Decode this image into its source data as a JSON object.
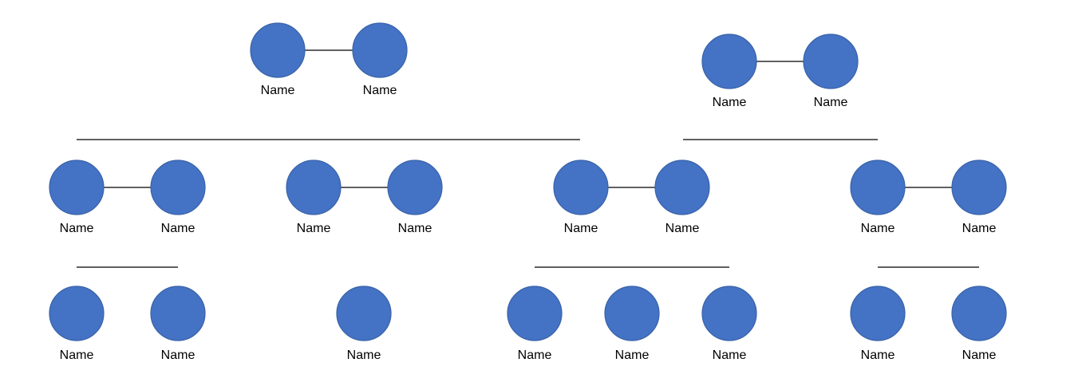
{
  "colors": {
    "node_fill": "#4472c4",
    "line": "#000000",
    "label": "#000000"
  },
  "generation_1": {
    "couple_a": {
      "left": "Name",
      "right": "Name"
    },
    "couple_b": {
      "left": "Name",
      "right": "Name"
    }
  },
  "generation_2": {
    "couple_1": {
      "left": "Name",
      "right": "Name"
    },
    "couple_2": {
      "left": "Name",
      "right": "Name"
    },
    "couple_3": {
      "left": "Name",
      "right": "Name"
    },
    "couple_4": {
      "left": "Name",
      "right": "Name"
    }
  },
  "generation_3": {
    "children_1": [
      "Name",
      "Name"
    ],
    "children_2": [
      "Name"
    ],
    "children_3": [
      "Name",
      "Name",
      "Name"
    ],
    "children_4": [
      "Name",
      "Name"
    ]
  }
}
